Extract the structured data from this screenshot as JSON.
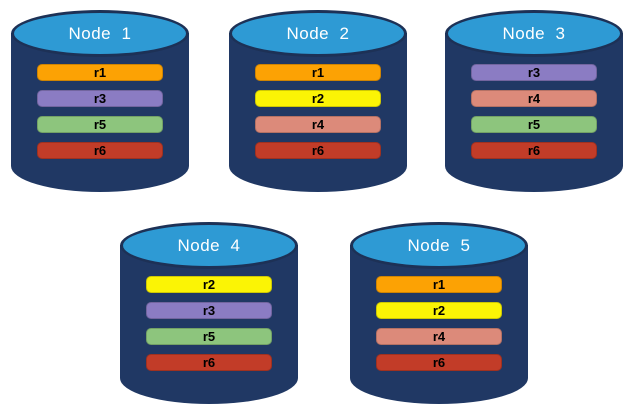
{
  "diagram": {
    "description": "Database cluster replica distribution diagram with five node cylinders",
    "colors": {
      "background": "#ffffff",
      "cylinder_body": "#203864",
      "cylinder_top": "#2e9ad4",
      "cylinder_outline": "#1d3156",
      "title_text": "#ffffff",
      "bar_text": "#000000",
      "replica_palette": {
        "r1": "#fca204",
        "r2": "#fbf405",
        "r3": "#8b7cc3",
        "r4": "#dc8a7a",
        "r5": "#8dc57d",
        "r6": "#c23c28"
      }
    },
    "nodes": [
      {
        "id": "node-1",
        "title": "Node  1",
        "replicas": [
          {
            "label": "r1",
            "color": "#fca204"
          },
          {
            "label": "r3",
            "color": "#8b7cc3"
          },
          {
            "label": "r5",
            "color": "#8dc57d"
          },
          {
            "label": "r6",
            "color": "#c23c28"
          }
        ]
      },
      {
        "id": "node-2",
        "title": "Node  2",
        "replicas": [
          {
            "label": "r1",
            "color": "#fca204"
          },
          {
            "label": "r2",
            "color": "#fbf405"
          },
          {
            "label": "r4",
            "color": "#dc8a7a"
          },
          {
            "label": "r6",
            "color": "#c23c28"
          }
        ]
      },
      {
        "id": "node-3",
        "title": "Node  3",
        "replicas": [
          {
            "label": "r3",
            "color": "#8b7cc3"
          },
          {
            "label": "r4",
            "color": "#dc8a7a"
          },
          {
            "label": "r5",
            "color": "#8dc57d"
          },
          {
            "label": "r6",
            "color": "#c23c28"
          }
        ]
      },
      {
        "id": "node-4",
        "title": "Node  4",
        "replicas": [
          {
            "label": "r2",
            "color": "#fbf405"
          },
          {
            "label": "r3",
            "color": "#8b7cc3"
          },
          {
            "label": "r5",
            "color": "#8dc57d"
          },
          {
            "label": "r6",
            "color": "#c23c28"
          }
        ]
      },
      {
        "id": "node-5",
        "title": "Node  5",
        "replicas": [
          {
            "label": "r1",
            "color": "#fca204"
          },
          {
            "label": "r2",
            "color": "#fbf405"
          },
          {
            "label": "r4",
            "color": "#dc8a7a"
          },
          {
            "label": "r6",
            "color": "#c23c28"
          }
        ]
      }
    ]
  }
}
